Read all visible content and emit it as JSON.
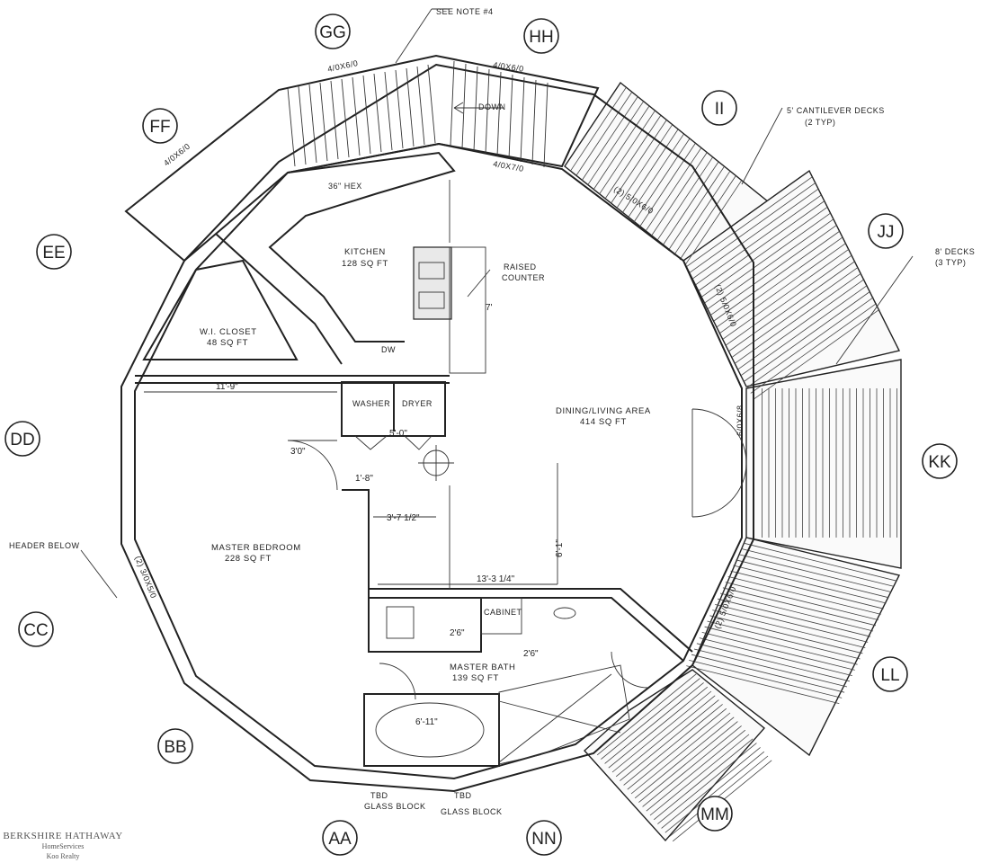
{
  "grid_labels": [
    "GG",
    "HH",
    "II",
    "JJ",
    "KK",
    "LL",
    "MM",
    "NN",
    "AA",
    "BB",
    "CC",
    "DD",
    "EE",
    "FF"
  ],
  "rooms": {
    "kitchen_name": "KITCHEN",
    "kitchen_area": "128 SQ FT",
    "closet_name": "W.I. CLOSET",
    "closet_area": "48 SQ FT",
    "living_name": "DINING/LIVING AREA",
    "living_area": "414 SQ FT",
    "bedroom_name": "MASTER BEDROOM",
    "bedroom_area": "228 SQ FT",
    "bath_name": "MASTER BATH",
    "bath_area": "139 SQ FT"
  },
  "fixtures": {
    "washer": "WASHER",
    "dryer": "DRYER",
    "dw": "DW",
    "cabinet": "CABINET",
    "raised_counter_1": "RAISED",
    "raised_counter_2": "COUNTER",
    "down": "DOWN",
    "hex": "36\" HEX"
  },
  "notes": {
    "see_note": "SEE NOTE #4",
    "cantilever_1": "5' CANTILEVER DECKS",
    "cantilever_2": "(2 TYP)",
    "decks_1": "8' DECKS",
    "decks_2": "(3 TYP)",
    "header_below": "HEADER BELOW",
    "glass_block_a1": "TBD",
    "glass_block_a2": "GLASS BLOCK",
    "glass_block_b1": "TBD",
    "glass_block_b2": "GLASS BLOCK"
  },
  "windows": {
    "w_gg": "4/0X6/0",
    "w_hh": "4/0X6/0",
    "w_ff": "4/0X6/0",
    "w_stair": "4/0X7/0",
    "w_ii": "(2) 5/0X6/0",
    "w_jj": "(2) 5/0X6/0",
    "w_kk": "6/0X6/8",
    "w_ll": "(2) 5/0X6/0",
    "w_cc": "(2) 3/0X5/0"
  },
  "dimensions": {
    "d1": "11'-9\"",
    "d2": "3'-7 1/2\"",
    "d3": "13'-3 1/4\"",
    "d4": "6'-11\"",
    "d5": "6'-1\"",
    "d6": "5'-0\"",
    "d7": "1'-8\"",
    "d8": "2'6\"",
    "d9": "2'6\"",
    "d10": "3'0\"",
    "d11": "7'"
  },
  "brand": {
    "line1": "BERKSHIRE HATHAWAY",
    "line2": "HomeServices",
    "line3": "Koo Realty"
  }
}
